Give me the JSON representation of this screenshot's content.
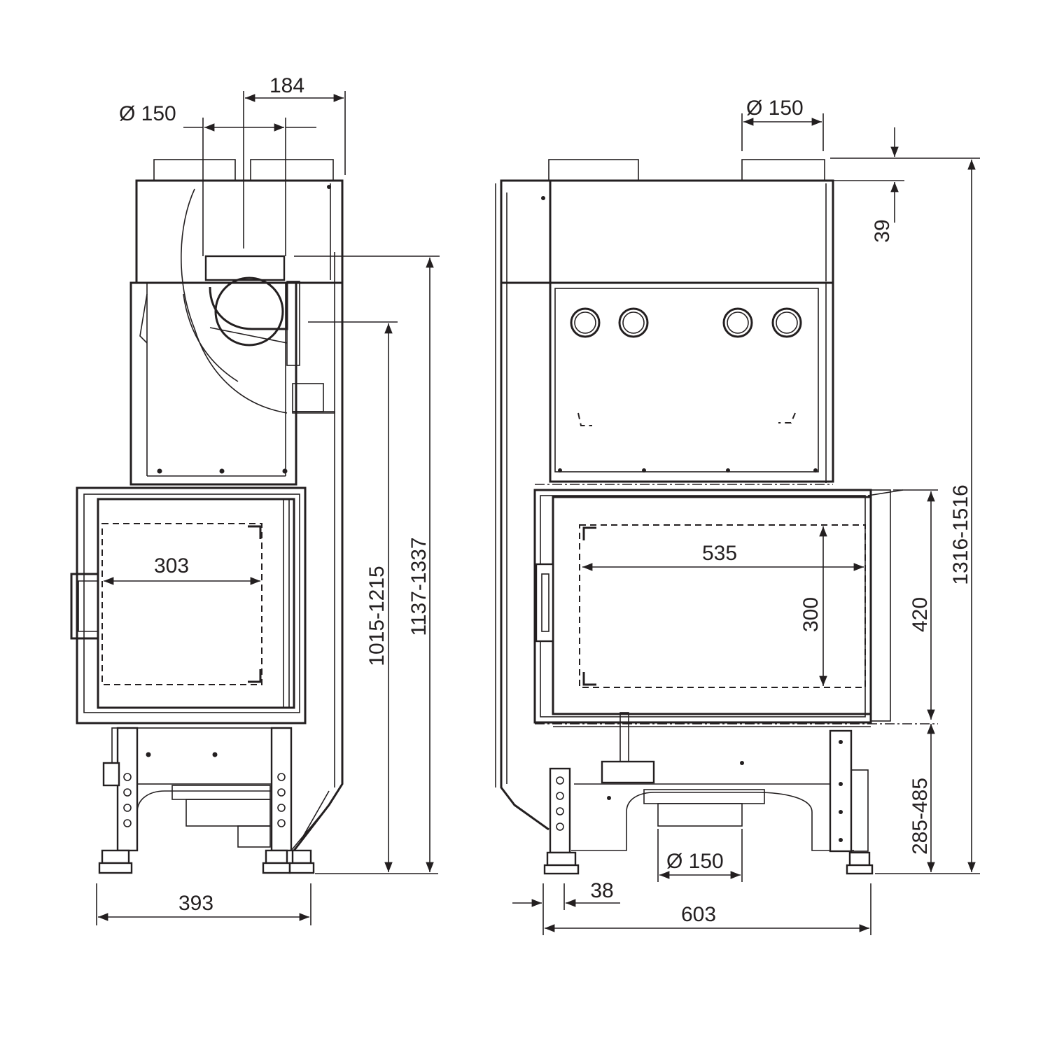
{
  "diagram": {
    "side_view": {
      "dims": {
        "flue_spacing": "184",
        "flue_diameter": "Ø 150",
        "firebox_width": "303",
        "overall_depth": "393",
        "height_door_top": "1015-1215",
        "height_flue_axis": "1137-1337"
      }
    },
    "front_view": {
      "dims": {
        "flue_diameter_top": "Ø 150",
        "collar_height": "39",
        "overall_height": "1316-1516",
        "firebox_width": "535",
        "firebox_height": "300",
        "door_height": "420",
        "leg_height": "285-485",
        "air_inlet_diameter": "Ø 150",
        "leg_offset": "38",
        "overall_width": "603"
      }
    }
  }
}
